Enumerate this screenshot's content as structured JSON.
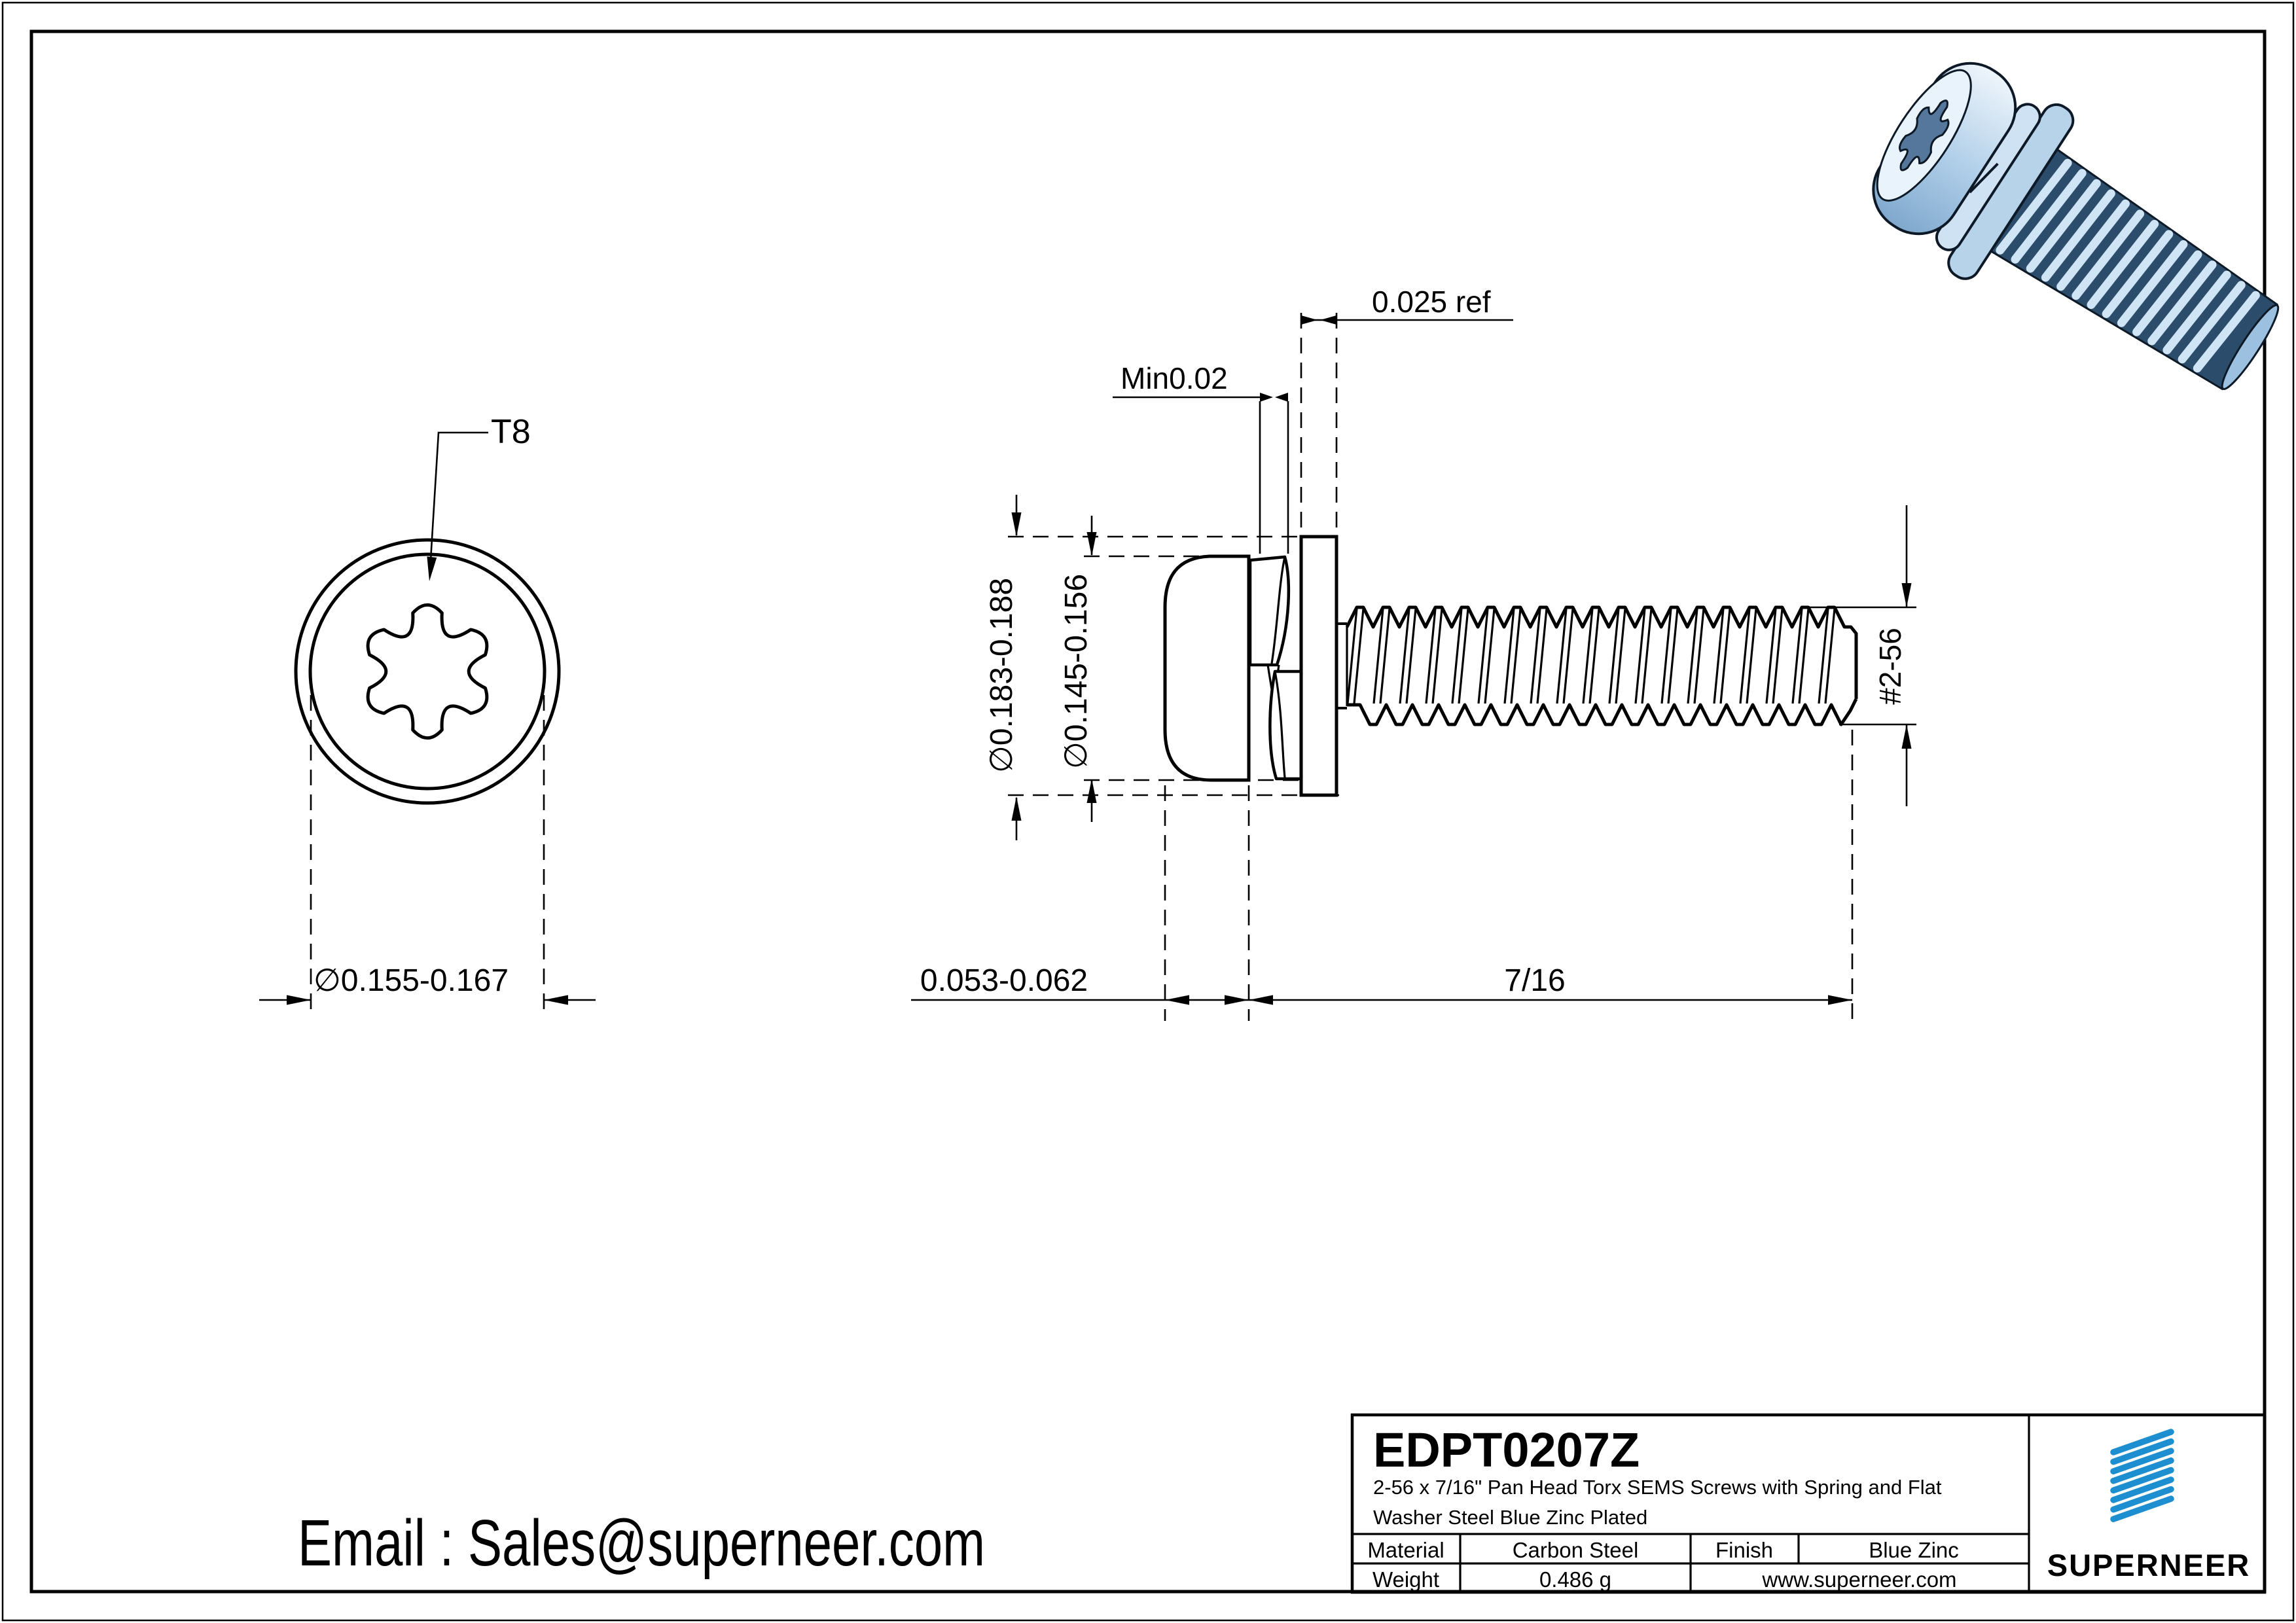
{
  "front_view": {
    "torx_label": "T8",
    "head_diameter": "∅0.155-0.167"
  },
  "side_view": {
    "flat_washer_thickness": "0.025 ref",
    "spring_washer_min": "Min0.02",
    "flat_washer_od": "∅0.183-0.188",
    "head_od": "∅0.145-0.156",
    "head_height": "0.053-0.062",
    "thread_length": "7/16",
    "thread_size": "#2-56"
  },
  "contact": {
    "email_line": "Email : Sales@superneer.com"
  },
  "title_block": {
    "part_number": "EDPT0207Z",
    "description_line1": "2-56 x 7/16\" Pan Head Torx SEMS Screws with Spring and Flat",
    "description_line2": "Washer Steel Blue Zinc Plated",
    "material_label": "Material",
    "material_value": "Carbon Steel",
    "finish_label": "Finish",
    "finish_value": "Blue Zinc",
    "weight_label": "Weight",
    "weight_value": "0.486 g",
    "website": "www.superneer.com",
    "brand": "SUPERNEER"
  },
  "colors": {
    "brand_blue": "#1d8fd0",
    "line_black": "#000000",
    "iso_dark": "#2b4d6b",
    "iso_outline": "#0d1926",
    "iso_stripe": "#cfe4f5",
    "iso_washer": "#b7d3ea",
    "iso_spring": "#cfe2f3",
    "iso_face": "#e9f3fb",
    "iso_recess": "#54779b",
    "iso_tip": "#9cc0e0"
  }
}
